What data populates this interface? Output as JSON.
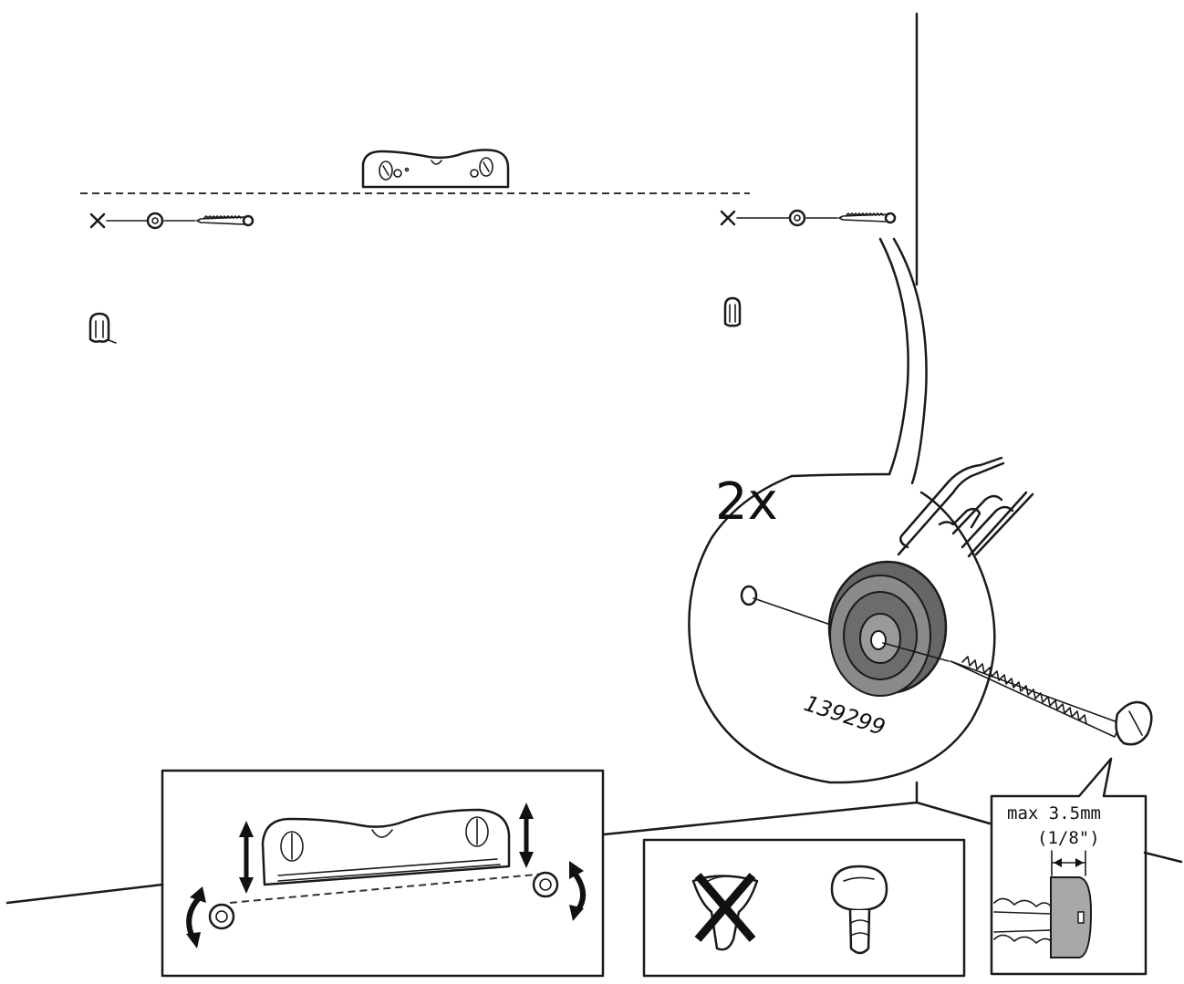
{
  "callout": {
    "quantity": "2x",
    "part_number": "139299"
  },
  "spec": {
    "max_depth": "max 3.5mm",
    "max_depth_inch": "(1/8\")"
  },
  "icons": [
    "spirit-level-icon",
    "drill-x-mark-icon",
    "washer-icon",
    "screw-icon",
    "wall-plug-icon",
    "pointing-hand-icon",
    "adjust-arrows-icon",
    "wrong-screw-head-icon",
    "correct-screw-head-icon"
  ]
}
